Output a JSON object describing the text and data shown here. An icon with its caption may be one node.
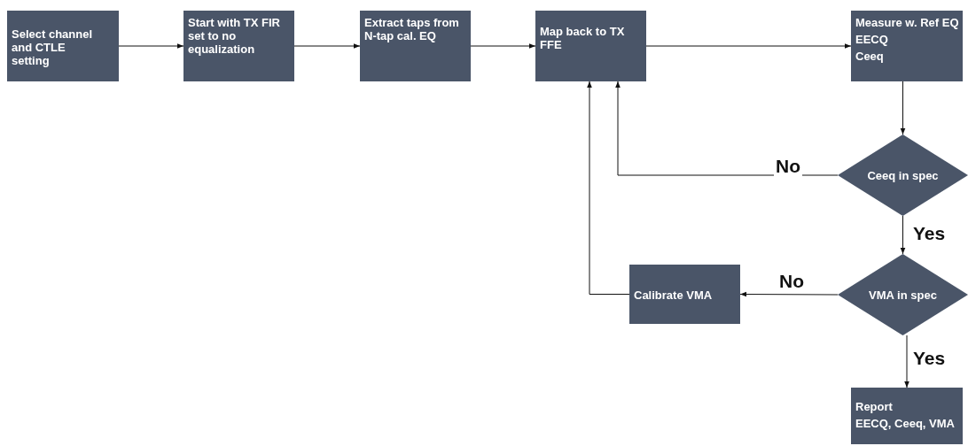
{
  "diagram": {
    "nodes": [
      {
        "text": [
          "Select channel and CTLE setting"
        ]
      },
      {
        "text": [
          "Start with TX FIR set to no equalization"
        ]
      },
      {
        "text": [
          "Extract taps from N-tap cal. EQ"
        ]
      },
      {
        "text": [
          "Map back to TX FFE"
        ]
      },
      {
        "text": [
          "Measure w. Ref EQ",
          "EECQ",
          "Ceeq"
        ]
      },
      {
        "text": [
          "Ceeq in spec"
        ]
      },
      {
        "text": [
          "VMA in spec"
        ]
      },
      {
        "text": [
          "Calibrate VMA"
        ]
      },
      {
        "text": [
          "Report",
          "EECQ, Ceeq, VMA"
        ]
      }
    ],
    "edges": [
      {
        "from": 0,
        "to": 1,
        "arrow": "to"
      },
      {
        "from": 1,
        "to": 2,
        "arrow": "to"
      },
      {
        "from": 2,
        "to": 3,
        "arrow": "to"
      },
      {
        "from": 3,
        "to": 4,
        "arrow": "to"
      },
      {
        "from": 4,
        "to": 5,
        "arrow": "to"
      },
      {
        "from": 5,
        "to": 3,
        "arrow": "to",
        "label": "No"
      },
      {
        "from": 5,
        "to": 6,
        "arrow": "to",
        "label": "Yes"
      },
      {
        "from": 6,
        "to": 7,
        "arrow": "to",
        "label": "No"
      },
      {
        "from": 7,
        "to": 3,
        "arrow": "to"
      },
      {
        "from": 6,
        "to": 8,
        "arrow": "to",
        "label": "Yes"
      }
    ]
  }
}
